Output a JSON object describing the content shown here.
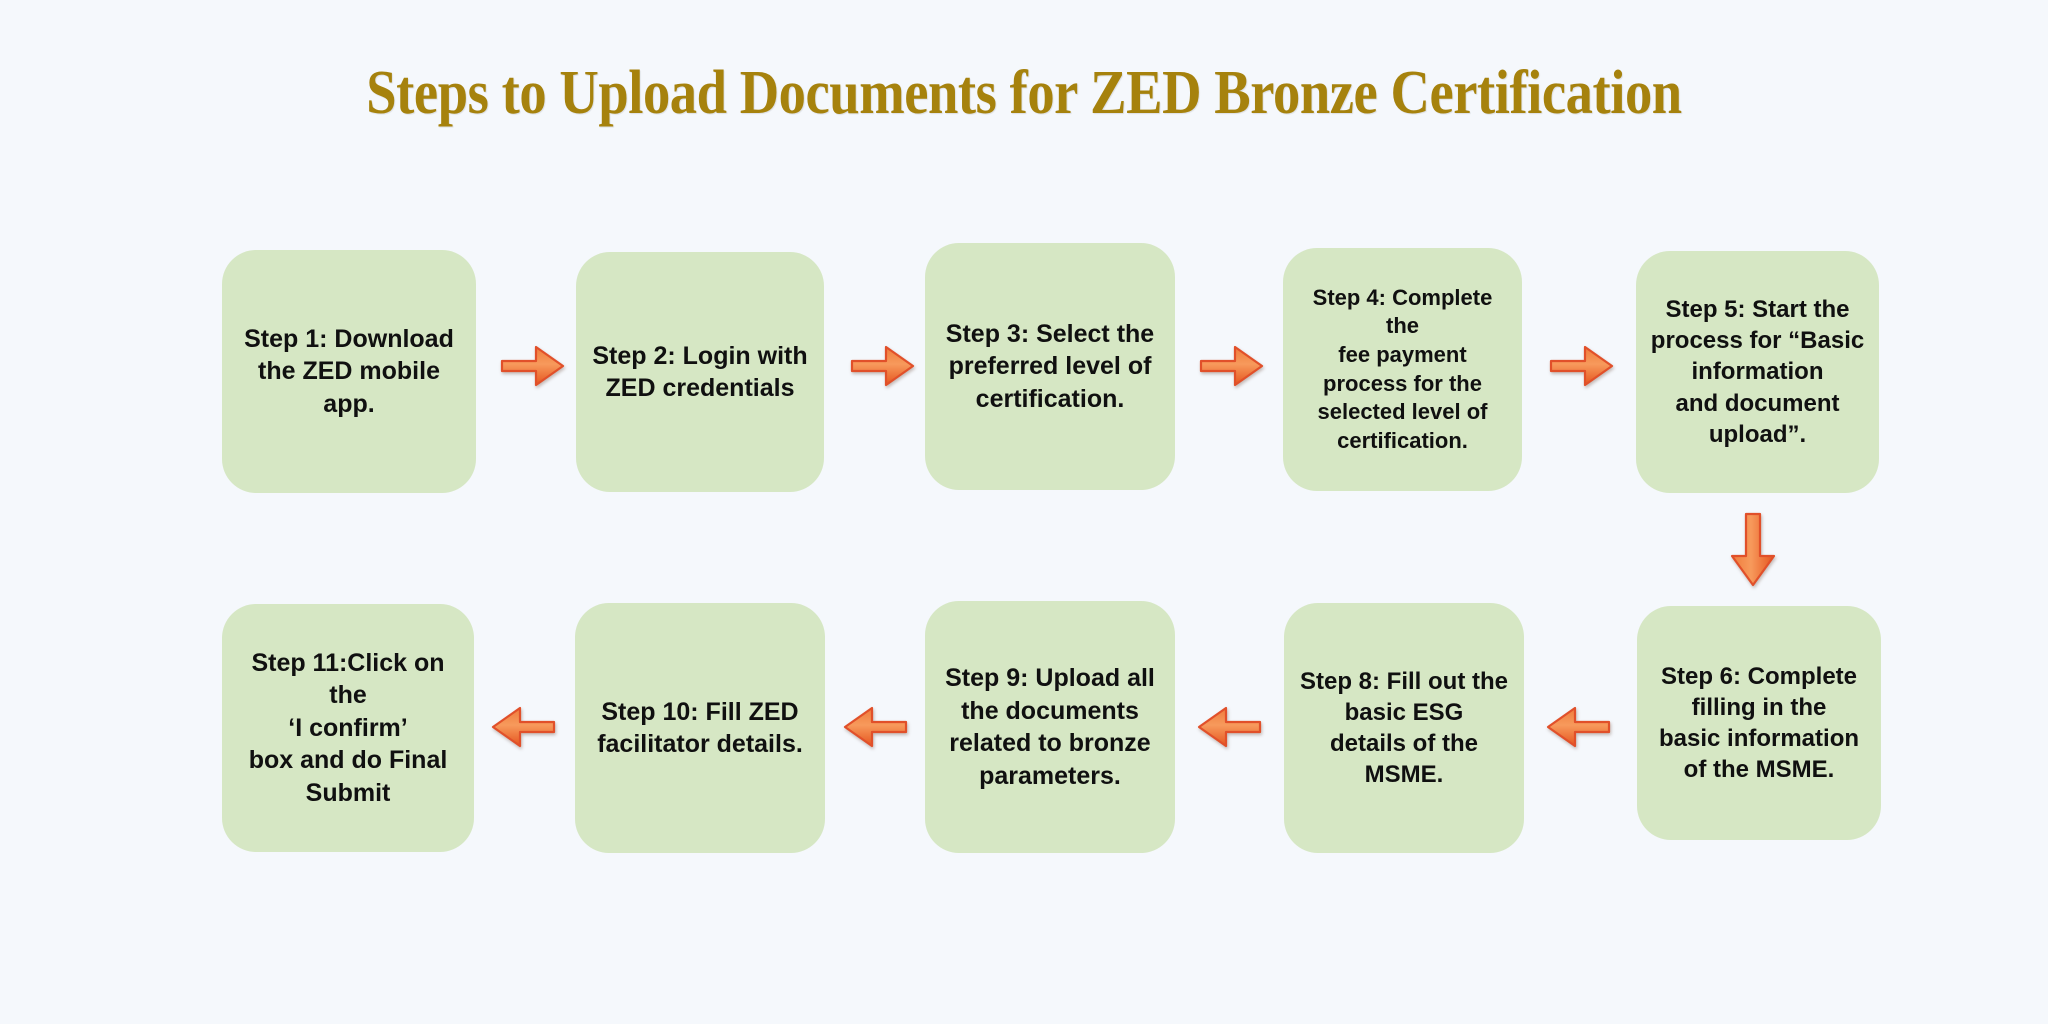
{
  "page": {
    "title": "Steps to Upload Documents for ZED Bronze Certification",
    "background_color": "#f5f8fc",
    "title_color": "#a6820d",
    "box_color": "#d6e7c4",
    "arrow_color": "#f08a4b",
    "arrow_edge_color": "#e0512a",
    "text_color": "#101010"
  },
  "diagram": {
    "type": "flowchart",
    "orientation": "serpentine-two-rows",
    "steps": [
      {
        "id": "step-1",
        "label": "Step 1: Download\nthe ZED mobile app.",
        "row": 1,
        "order": 1
      },
      {
        "id": "step-2",
        "label": "Step 2: Login with\nZED credentials",
        "row": 1,
        "order": 2
      },
      {
        "id": "step-3",
        "label": "Step 3: Select the\npreferred level of\ncertification.",
        "row": 1,
        "order": 3
      },
      {
        "id": "step-4",
        "label": "Step 4: Complete the\nfee payment\nprocess for the\nselected level of\ncertification.",
        "row": 1,
        "order": 4
      },
      {
        "id": "step-5",
        "label": "Step 5: Start the\nprocess for “Basic\ninformation\nand document\nupload”.",
        "row": 1,
        "order": 5
      },
      {
        "id": "step-6",
        "label": "Step 6: Complete\nfilling in the\nbasic information\nof the MSME.",
        "row": 2,
        "order": 1
      },
      {
        "id": "step-8",
        "label": "Step 8: Fill out the\nbasic ESG\ndetails of the\nMSME.",
        "row": 2,
        "order": 2
      },
      {
        "id": "step-9",
        "label": "Step 9: Upload all\nthe documents\nrelated to bronze\nparameters.",
        "row": 2,
        "order": 3
      },
      {
        "id": "step-10",
        "label": "Step 10: Fill ZED\nfacilitator details.",
        "row": 2,
        "order": 4
      },
      {
        "id": "step-11",
        "label": "Step 11:Click on the\n‘I confirm’\nbox and do Final\nSubmit",
        "row": 2,
        "order": 5
      }
    ],
    "connectors": [
      {
        "id": "arrow-1-2",
        "direction": "right",
        "from": "step-1",
        "to": "step-2"
      },
      {
        "id": "arrow-2-3",
        "direction": "right",
        "from": "step-2",
        "to": "step-3"
      },
      {
        "id": "arrow-3-4",
        "direction": "right",
        "from": "step-3",
        "to": "step-4"
      },
      {
        "id": "arrow-4-5",
        "direction": "right",
        "from": "step-4",
        "to": "step-5"
      },
      {
        "id": "arrow-5-6",
        "direction": "down",
        "from": "step-5",
        "to": "step-6"
      },
      {
        "id": "arrow-6-8",
        "direction": "left",
        "from": "step-6",
        "to": "step-8"
      },
      {
        "id": "arrow-8-9",
        "direction": "left",
        "from": "step-8",
        "to": "step-9"
      },
      {
        "id": "arrow-9-10",
        "direction": "left",
        "from": "step-9",
        "to": "step-10"
      },
      {
        "id": "arrow-10-11",
        "direction": "left",
        "from": "step-10",
        "to": "step-11"
      }
    ]
  }
}
